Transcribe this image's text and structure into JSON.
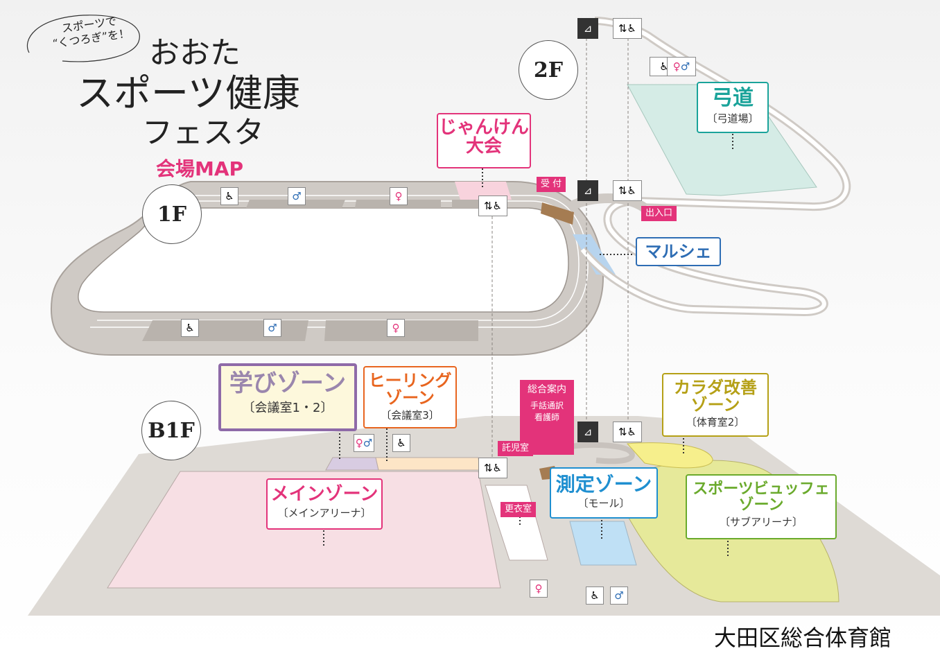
{
  "title": {
    "catch": "スポーツで\n“くつろぎ”を！",
    "line1": "おおた",
    "line2": "スポーツ健康",
    "line3": "フェスタ",
    "map_label": "会場MAP"
  },
  "floors": {
    "f2": "2F",
    "f1": "1F",
    "b1": "B1F"
  },
  "zones": {
    "kyudo": {
      "title": "弓道",
      "sub": "〔弓道場〕"
    },
    "janken": {
      "title": "じゃんけん\n大会"
    },
    "marche": {
      "title": "マルシェ"
    },
    "manabi": {
      "title": "学びゾーン",
      "sub": "〔会議室1・2〕"
    },
    "healing": {
      "title": "ヒーリング\nゾーン",
      "sub": "〔会議室3〕"
    },
    "karada": {
      "title": "カラダ改善\nゾーン",
      "sub": "〔体育室2〕"
    },
    "main": {
      "title": "メインゾーン",
      "sub": "〔メインアリーナ〕"
    },
    "sokutei": {
      "title": "測定ゾーン",
      "sub": "〔モール〕"
    },
    "buffet": {
      "title": "スポーツビュッフェ\nゾーン",
      "sub": "〔サブアリーナ〕"
    }
  },
  "tags": {
    "uketsuke": "受 付",
    "deiriguchi": "出入口",
    "info": "総合案内",
    "info_sub": "手話通訳\n看護師",
    "takuji": "託児室",
    "koui": "更衣室"
  },
  "icons": {
    "stairs": "stairs-icon",
    "elevator": "elevator-icon",
    "accessible": "wheelchair-icon",
    "male": "male-restroom-icon",
    "female": "female-restroom-icon",
    "restroom": "restroom-icon"
  },
  "venue": "大田区総合体育館",
  "colors": {
    "accent_pink": "#e3337a",
    "teal": "#1aa39a",
    "blue": "#2e6db4",
    "purple": "#8e6aa8",
    "orange": "#e8651f",
    "olive": "#b5a016",
    "green": "#6aaa2c",
    "sky": "#1f8fd0"
  }
}
